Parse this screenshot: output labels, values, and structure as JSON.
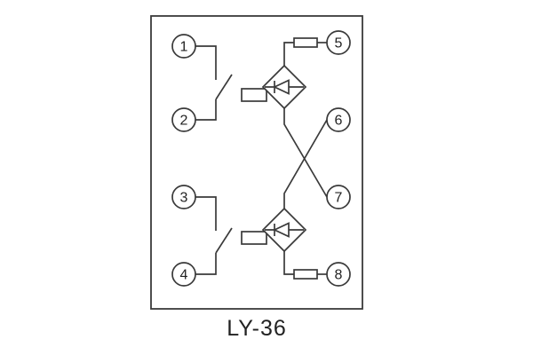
{
  "diagram": {
    "title": "LY-36",
    "terminals": [
      {
        "label": "1"
      },
      {
        "label": "2"
      },
      {
        "label": "3"
      },
      {
        "label": "4"
      },
      {
        "label": "5"
      },
      {
        "label": "6"
      },
      {
        "label": "7"
      },
      {
        "label": "8"
      }
    ],
    "colors": {
      "line": "#3a3a3a",
      "background": "#ffffff",
      "text": "#222222"
    }
  }
}
